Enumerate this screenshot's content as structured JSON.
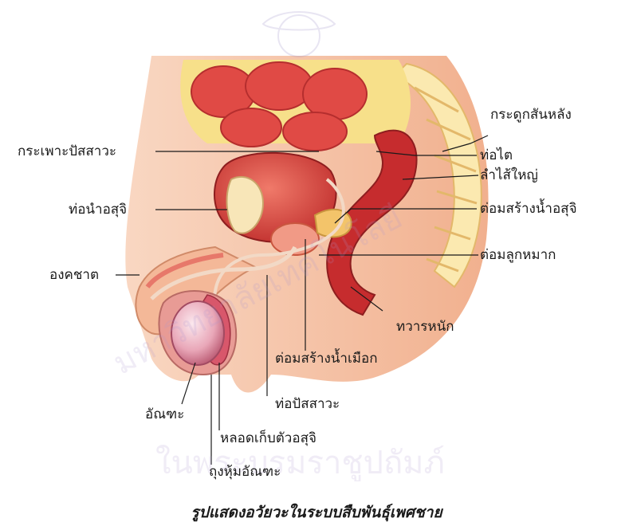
{
  "labels": {
    "spine": "กระดูกสันหลัง",
    "bladder": "กระเพาะปัสสาวะ",
    "ureter": "ท่อไต",
    "large_intestine": "ลำไส้ใหญ่",
    "vas_deferens": "ท่อนำอสุจิ",
    "seminal_vesicle": "ต่อมสร้างน้ำอสุจิ",
    "prostate": "ต่อมลูกหมาก",
    "penis": "องคชาต",
    "anus": "ทวารหนัก",
    "bulbourethral_gland": "ต่อมสร้างน้ำเมือก",
    "urethra": "ท่อปัสสาวะ",
    "testis": "อัณฑะ",
    "epididymis": "หลอดเก็บตัวอสุจิ",
    "scrotum": "ถุงหุ้มอัณฑะ"
  },
  "caption": "รูปแสดงอวัยวะในระบบสืบพันธุ์เพศชาย",
  "watermark": {
    "line1": "มหาวิทยาลัยเทคโนโลยี",
    "line2": "ในพระบรมราชูปถัมภ์"
  },
  "colors": {
    "flesh": "#f6c7ac",
    "muscle": "#e8504a",
    "fat": "#f7e08a",
    "bone": "#fbe9b0",
    "dark_red": "#c62c2e",
    "testis": "#e9a7b8"
  }
}
